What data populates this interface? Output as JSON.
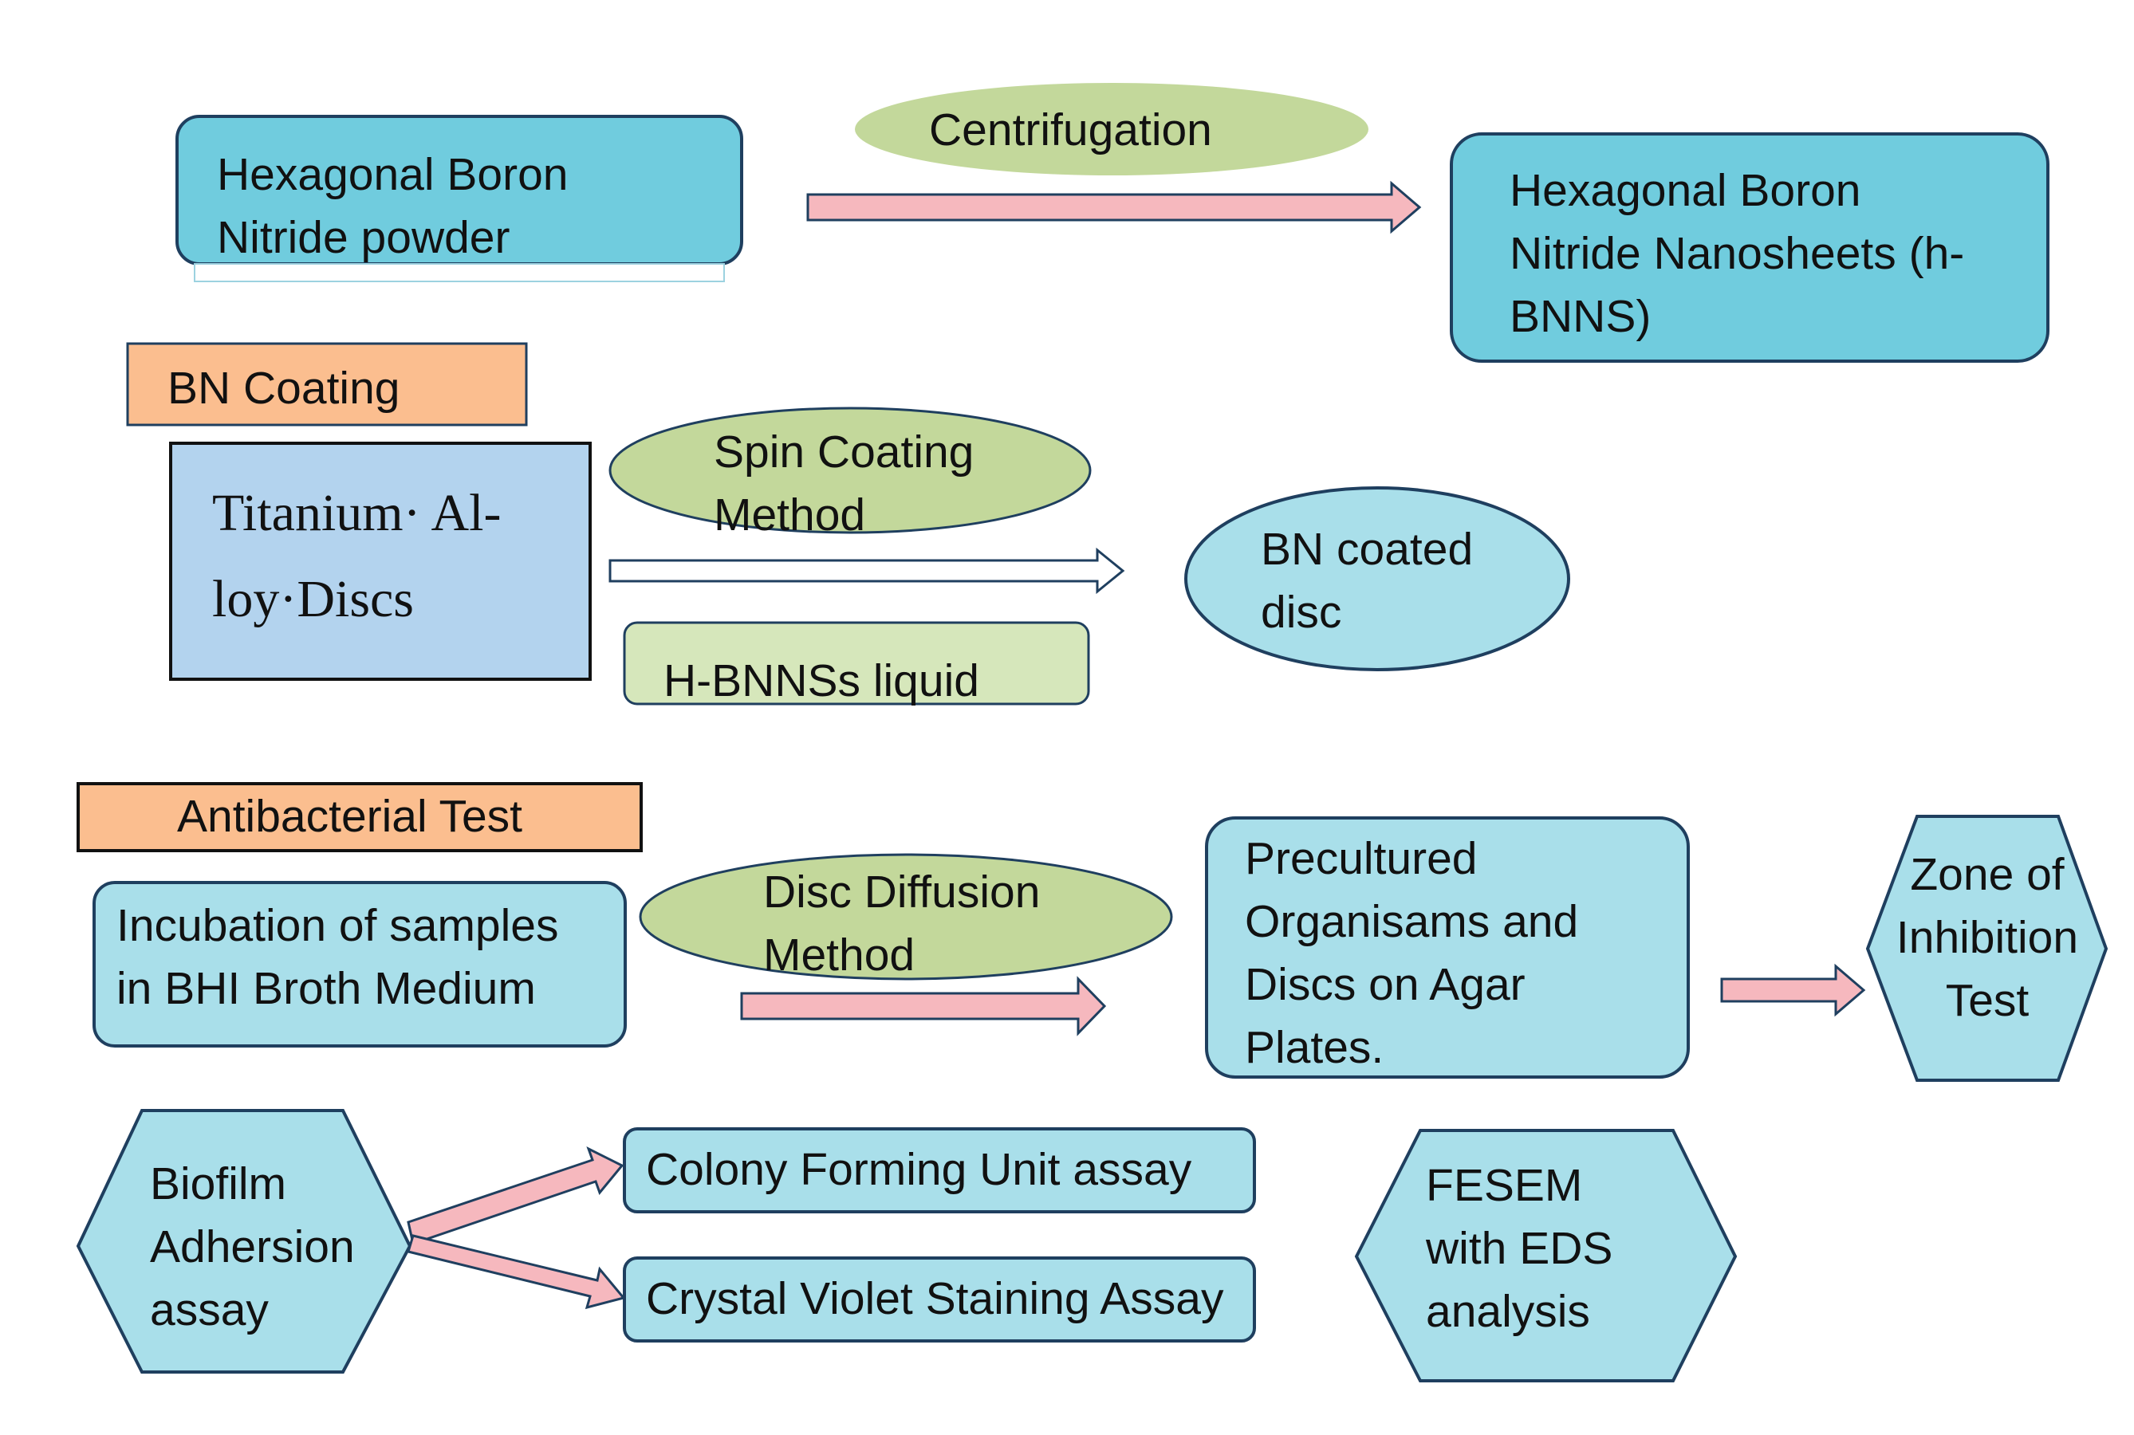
{
  "colors": {
    "process_box": "#70CCDE",
    "light_box": "#A9DFEA",
    "disc_box": "#B3D3EE",
    "method_oval": "#C3D89B",
    "liquid_box": "#D6E7BB",
    "section_label": "#FBBE8F",
    "arrow_fill": "#F6B8BE",
    "outline": "#1F3F5F"
  },
  "row1": {
    "powder": "Hexagonal Boron\nNitride powder",
    "centrifugation": "Centrifugation",
    "nanosheets": "Hexagonal Boron\nNitride Nanosheets (h-\nBNNS)"
  },
  "coating": {
    "section": "BN Coating",
    "discs": "Titanium·  Al-\nloy·Discs",
    "spin": "Spin Coating\nMethod",
    "coated_disc": "BN coated\ndisc",
    "liquid": "H-BNNSs  liquid"
  },
  "antibacterial": {
    "section": "Antibacterial Test",
    "incubation": "Incubation of samples\nin BHI Broth Medium",
    "disc_diffusion": "Disc Diffusion\nMethod",
    "precultured": "Precultured\nOrganisams and\nDiscs on Agar\nPlates.",
    "zone": "Zone of\nInhibition\nTest"
  },
  "biofilm": {
    "adhesion": "Biofilm\nAdhersion\nassay",
    "cfu": "Colony Forming Unit assay",
    "crystal_violet": "Crystal Violet Staining Assay",
    "fesem": "FESEM\nwith EDS\nanalysis"
  }
}
